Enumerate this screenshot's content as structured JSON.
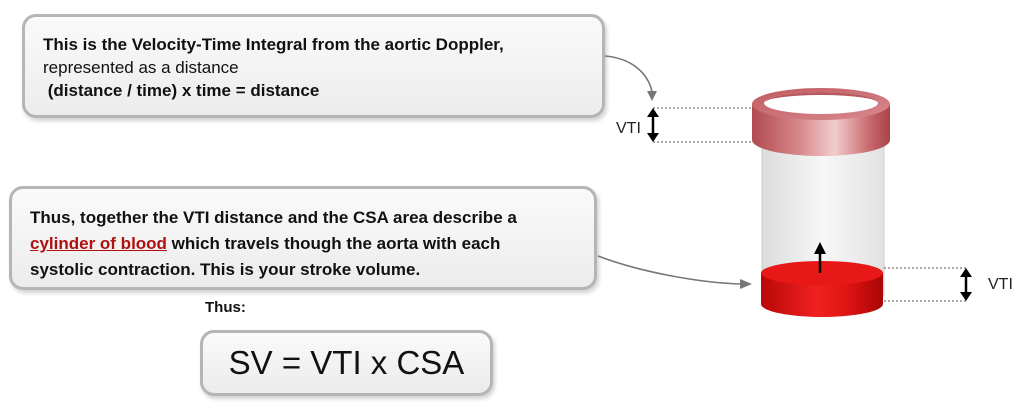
{
  "callout_top": {
    "line1": "This is the Velocity-Time Integral from the aortic Doppler,",
    "line2": "represented as a distance",
    "line3": " (distance / time) x time = distance"
  },
  "callout_bottom": {
    "part1": "Thus, together the VTI distance and the CSA area describe a",
    "highlight": "cylinder of blood",
    "part2": " which travels though the aorta with each",
    "part3": "systolic contraction. This is your stroke volume."
  },
  "thus_label": "Thus:",
  "formula": "SV = VTI x CSA",
  "vti_labels": {
    "top": "VTI",
    "bottom": "VTI"
  },
  "colors": {
    "top_ring": "#c8686c",
    "blood": "#dd1111",
    "callout_border": "#b5b5b5",
    "highlight_text": "#b01010"
  }
}
